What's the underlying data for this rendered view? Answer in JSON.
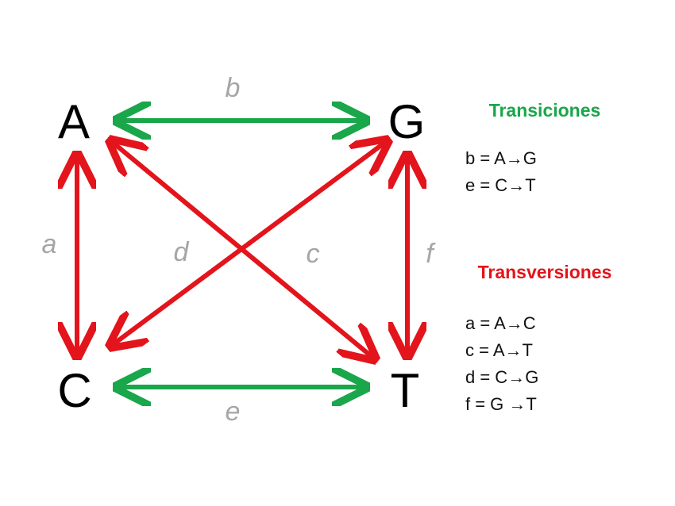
{
  "colors": {
    "transition": "#1aa64a",
    "transversion": "#e3141b",
    "edge_label": "#a6a6a6",
    "node_label": "#000000"
  },
  "nodes": {
    "A": "A",
    "G": "G",
    "C": "C",
    "T": "T"
  },
  "edges": {
    "a": {
      "label": "a",
      "from": "A",
      "to": "C",
      "kind": "transversion"
    },
    "b": {
      "label": "b",
      "from": "A",
      "to": "G",
      "kind": "transition"
    },
    "c": {
      "label": "c",
      "from": "A",
      "to": "T",
      "kind": "transversion"
    },
    "d": {
      "label": "d",
      "from": "C",
      "to": "G",
      "kind": "transversion"
    },
    "e": {
      "label": "e",
      "from": "C",
      "to": "T",
      "kind": "transition"
    },
    "f": {
      "label": "f",
      "from": "G",
      "to": "T",
      "kind": "transversion"
    }
  },
  "legend": {
    "transitions": {
      "title": "Transiciones",
      "items": [
        "b = A→G",
        "e = C→T"
      ]
    },
    "transversions": {
      "title": "Transversiones",
      "items": [
        "a = A→C",
        "c = A→T",
        "d = C→G",
        "f = G →T"
      ]
    }
  }
}
